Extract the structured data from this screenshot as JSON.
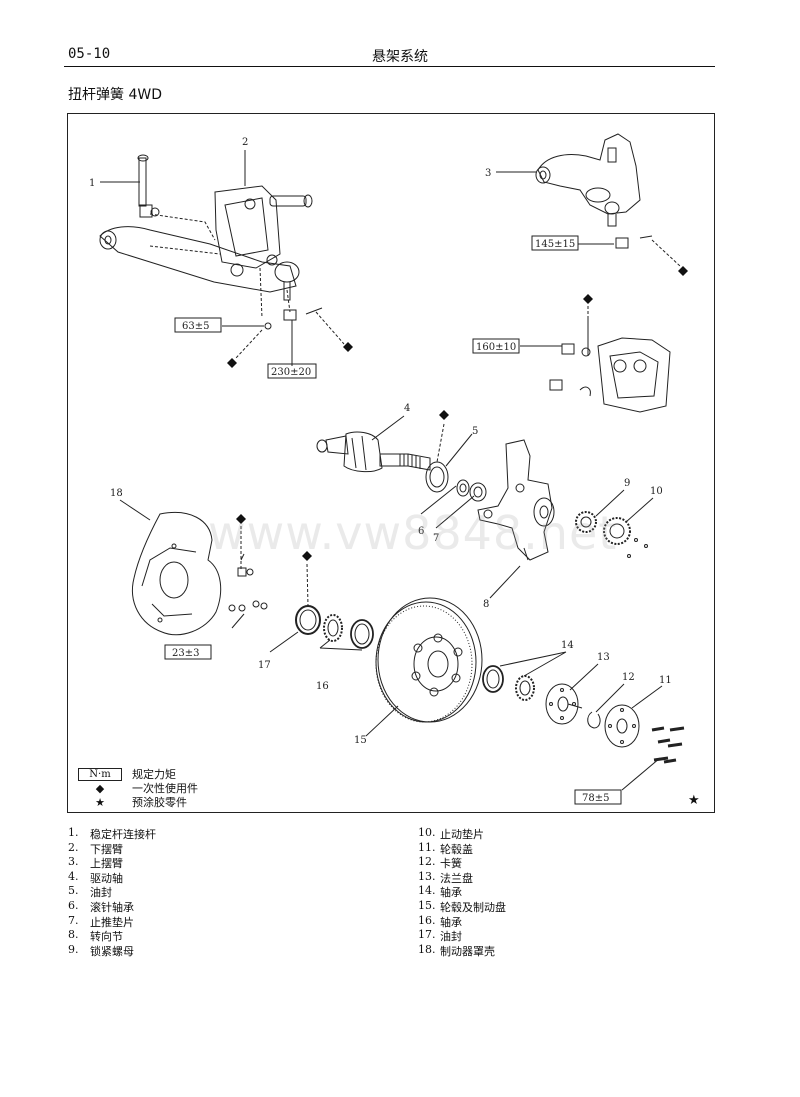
{
  "header": {
    "page_number": "05-10",
    "chapter_title": "悬架系统"
  },
  "section_title": "扭杆弹簧 4WD",
  "watermark": "www.vw8848.net",
  "callouts": [
    "1",
    "2",
    "3",
    "4",
    "5",
    "6",
    "7",
    "8",
    "9",
    "10",
    "11",
    "12",
    "13",
    "14",
    "15",
    "16",
    "17",
    "18"
  ],
  "torques": {
    "t63": "63±5",
    "t230": "230±20",
    "t145": "145±15",
    "t160": "160±10",
    "t23": "23±3",
    "t78": "78±5"
  },
  "legend": [
    {
      "symbol": "N·m",
      "text": "规定力矩"
    },
    {
      "symbol": "◆",
      "text": "一次性使用件"
    },
    {
      "symbol": "★",
      "text": "预涂胶零件"
    }
  ],
  "parts_left": [
    {
      "num": "1.",
      "name": "稳定杆连接杆"
    },
    {
      "num": "2.",
      "name": "下摆臂"
    },
    {
      "num": "3.",
      "name": "上摆臂"
    },
    {
      "num": "4.",
      "name": "驱动轴"
    },
    {
      "num": "5.",
      "name": "油封"
    },
    {
      "num": "6.",
      "name": "滚针轴承"
    },
    {
      "num": "7.",
      "name": "止推垫片"
    },
    {
      "num": "8.",
      "name": "转向节"
    },
    {
      "num": "9.",
      "name": "锁紧螺母"
    }
  ],
  "parts_right": [
    {
      "num": "10.",
      "name": "止动垫片"
    },
    {
      "num": "11.",
      "name": "轮毂盖"
    },
    {
      "num": "12.",
      "name": "卡簧"
    },
    {
      "num": "13.",
      "name": "法兰盘"
    },
    {
      "num": "14.",
      "name": "轴承"
    },
    {
      "num": "15.",
      "name": "轮毂及制动盘"
    },
    {
      "num": "16.",
      "name": "轴承"
    },
    {
      "num": "17.",
      "name": "油封"
    },
    {
      "num": "18.",
      "name": "制动器罩壳"
    }
  ]
}
